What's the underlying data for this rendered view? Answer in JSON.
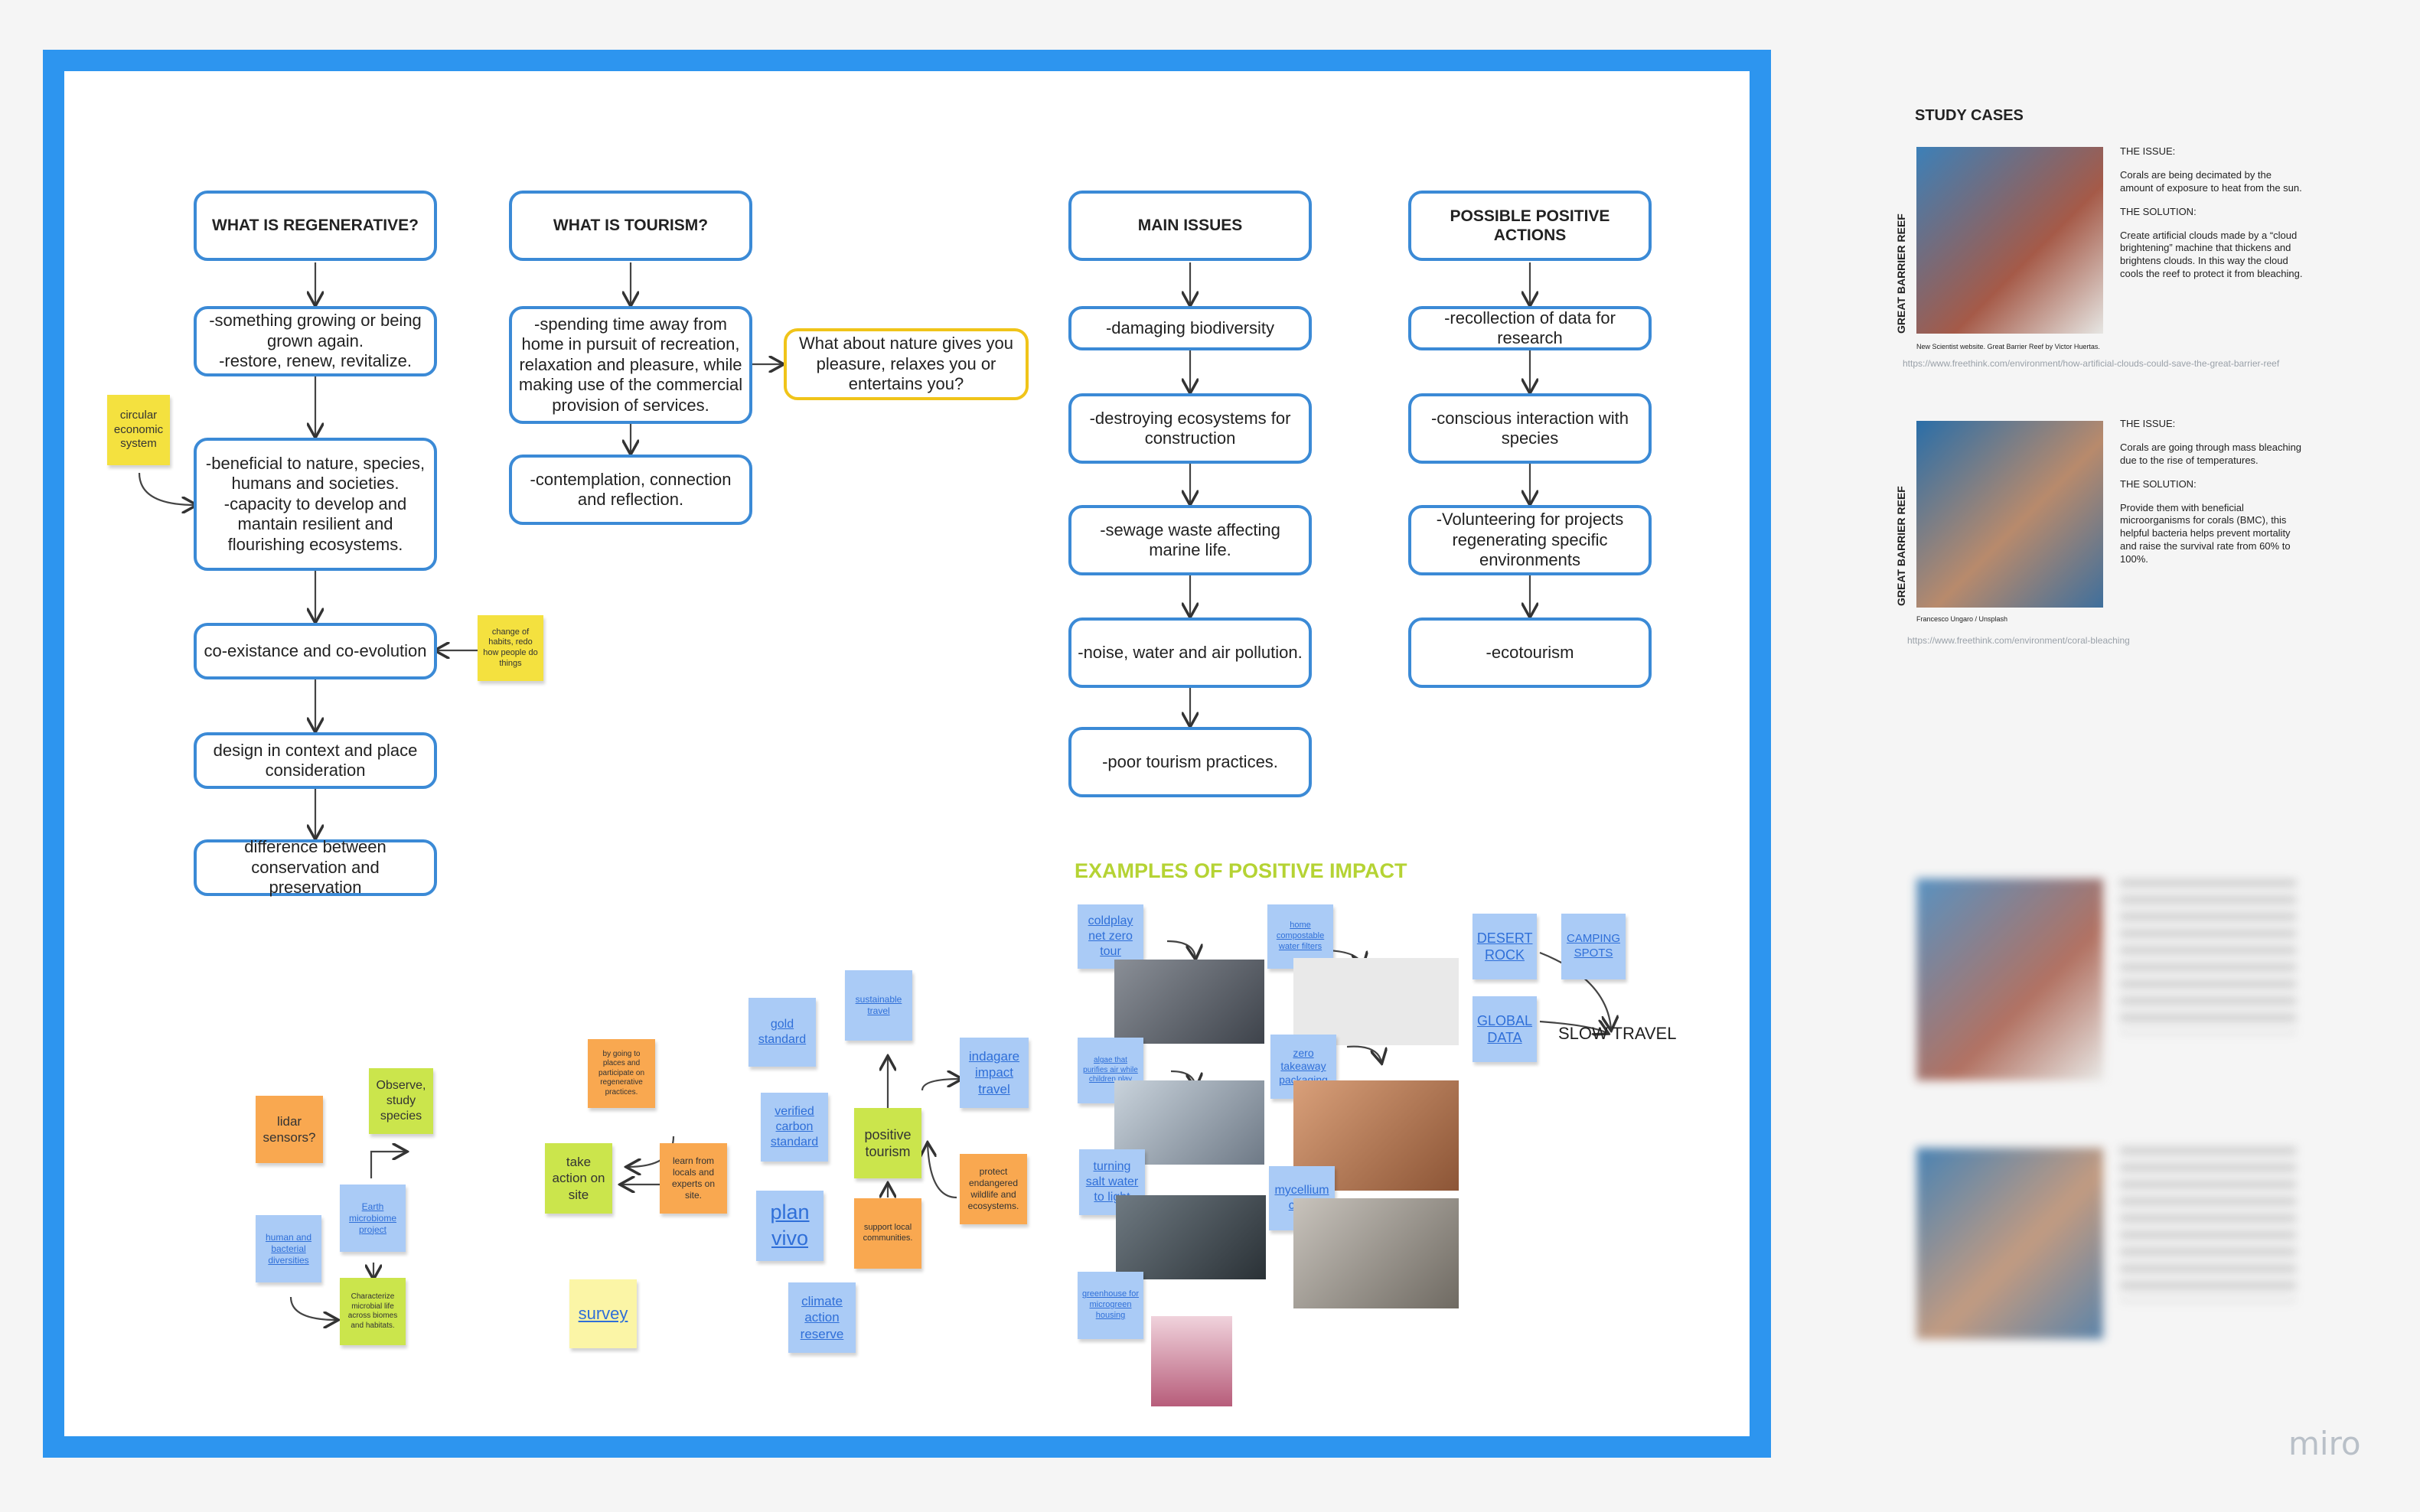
{
  "colors": {
    "frame": "#2d95ef",
    "box_border": "#3b8ad6",
    "accent_title": "#b5d334",
    "sticky_yellow": "#f4e13f",
    "sticky_green": "#cbe54c",
    "sticky_orange": "#f9a850",
    "sticky_blue": "#aacbf6"
  },
  "columns": {
    "regenerative": {
      "header": "WHAT IS REGENERATIVE?",
      "items": [
        "-something growing or being grown again.\n-restore, renew, revitalize.",
        "-beneficial to nature, species, humans and societies.\n-capacity to develop and mantain resilient and flourishing ecosystems.",
        "co-existance and co-evolution",
        "design in context and place consideration",
        "difference between conservation and preservation"
      ]
    },
    "tourism": {
      "header": "WHAT IS TOURISM?",
      "items": [
        "-spending time away from home in pursuit of recreation, relaxation and pleasure, while making use of the commercial provision of services.",
        "-contemplation, connection and reflection."
      ],
      "side_note": "What about nature gives you pleasure, relaxes you or entertains you?"
    },
    "issues": {
      "header": "MAIN ISSUES",
      "items": [
        "-damaging biodiversity",
        "-destroying ecosystems for construction",
        "-sewage waste affecting marine life.",
        "-noise, water and air pollution.",
        "-poor tourism practices."
      ]
    },
    "actions": {
      "header": "POSSIBLE POSITIVE ACTIONS",
      "items": [
        "-recollection of data for research",
        "-conscious interaction with species",
        "-Volunteering for projects regenerating specific environments",
        "-ecotourism"
      ]
    }
  },
  "stickies": {
    "circular": "circular economic system",
    "change_habits": "change of habits, redo how people do things",
    "lidar": "lidar sensors?",
    "observe": "Observe, study species",
    "earth_microbiome": "Earth microbiome project",
    "human_bacterial": "human and bacterial diversities",
    "characterize": "Characterize microbial life across biomes and habitats.",
    "going_places": "by going to places and participate on regenerative practices.",
    "take_action": "take action on site",
    "learn_locals": "learn from locals and experts on site.",
    "survey": "survey",
    "gold_standard": "gold standard",
    "sustainable_travel": "sustainable travel",
    "indagare": "indagare impact travel",
    "verified_carbon": "verified carbon standard",
    "positive_tourism": "positive tourism",
    "plan_vivo": "plan vivo",
    "support_local": "support local communities.",
    "protect_wildlife": "protect endangered wildlife and ecosystems.",
    "climate_reserve": "climate action reserve"
  },
  "examples": {
    "title": "EXAMPLES OF POSITIVE IMPACT",
    "links": [
      "coldplay net zero tour",
      "home compostable water filters",
      "algae that purifies air while children play",
      "zero takeaway packaging",
      "turning salt water to light",
      "mycellium chair",
      "greenhouse for microgreen housing"
    ],
    "desert_rock": "DESERT ROCK",
    "camping_spots": "CAMPING SPOTS",
    "global_data": "GLOBAL DATA",
    "slow_travel": "SLOW TRAVEL"
  },
  "study_cases": {
    "title": "STUDY CASES",
    "cases": [
      {
        "side_label": "GREAT BARRIER REEF",
        "issue_label": "THE ISSUE:",
        "issue": "Corals are being decimated by the amount of exposure to heat from the sun.",
        "solution_label": "THE SOLUTION:",
        "solution": "Create artificial clouds made by a “cloud brightening” machine that thickens and brightens clouds. In this way the cloud cools the reef to protect it from bleaching.",
        "caption": "New Scientist website. Great Barrier Reef by Victor Huertas.",
        "url": "https://www.freethink.com/environment/how-artificial-clouds-could-save-the-great-barrier-reef"
      },
      {
        "side_label": "GREAT BARRIER REEF",
        "issue_label": "THE ISSUE:",
        "issue": "Corals are going through mass bleaching due to the rise of temperatures.",
        "solution_label": "THE SOLUTION:",
        "solution": "Provide them with beneficial microorganisms for corals (BMC), this helpful bacteria helps prevent mortality and raise the survival rate from 60% to 100%.",
        "caption": "Francesco Ungaro / Unsplash",
        "url": "https://www.freethink.com/environment/coral-bleaching"
      }
    ]
  },
  "watermark": "miro"
}
